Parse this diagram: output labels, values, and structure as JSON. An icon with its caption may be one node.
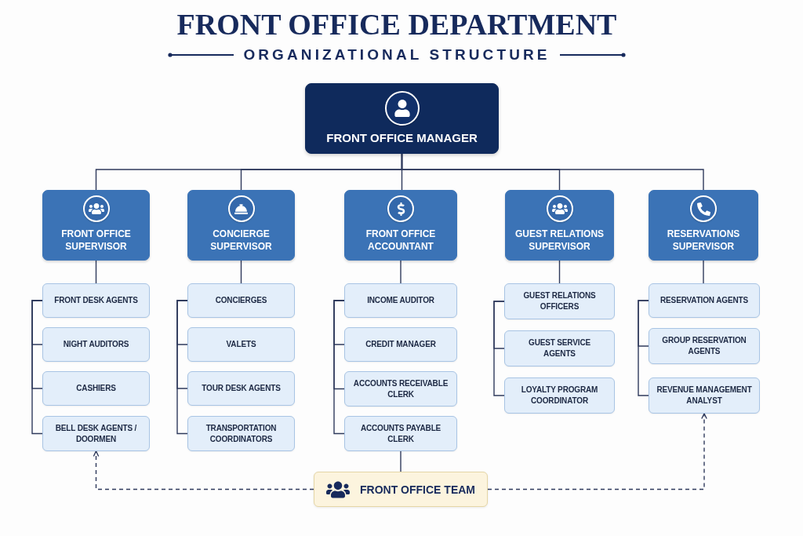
{
  "diagram": {
    "title": "FRONT OFFICE DEPARTMENT",
    "nodes": [
      {
        "text": [
          "FRONT OFFICE MANAGER"
        ]
      },
      {
        "text": [
          "FRONT OFFICE SUPERVISOR"
        ]
      },
      {
        "text": [
          "CONCIERGE SUPERVISOR"
        ]
      },
      {
        "text": [
          "FRONT OFFICE ACCOUNTANT"
        ]
      },
      {
        "text": [
          "GUEST RELATIONS SUPERVISOR"
        ]
      },
      {
        "text": [
          "RESERVATIONS SUPERVISOR"
        ]
      },
      {
        "text": [
          "FRONT DESK AGENTS"
        ]
      },
      {
        "text": [
          "NIGHT AUDITORS"
        ]
      },
      {
        "text": [
          "CASHIERS"
        ]
      },
      {
        "text": [
          "BELL DESK AGENTS / DOORMEN"
        ]
      },
      {
        "text": [
          "CONCIERGES"
        ]
      },
      {
        "text": [
          "VALETS"
        ]
      },
      {
        "text": [
          "TOUR DESK AGENTS"
        ]
      },
      {
        "text": [
          "TRANSPORTATION COORDINATORS"
        ]
      },
      {
        "text": [
          "INCOME AUDITOR"
        ]
      },
      {
        "text": [
          "CREDIT MANAGER"
        ]
      },
      {
        "text": [
          "ACCOUNTS RECEIVABLE CLERK"
        ]
      },
      {
        "text": [
          "ACCOUNTS PAYABLE CLERK"
        ]
      },
      {
        "text": [
          "GUEST RELATIONS OFFICERS"
        ]
      },
      {
        "text": [
          "GUEST SERVICE AGENTS"
        ]
      },
      {
        "text": [
          "LOYALTY PROGRAM COORDINATOR"
        ]
      },
      {
        "text": [
          "RESERVATION AGENTS"
        ]
      },
      {
        "text": [
          "GROUP RESERVATION AGENTS"
        ]
      },
      {
        "text": [
          "REVENUE MANAGEMENT ANALYST"
        ]
      },
      {
        "text": [
          "FRONT OFFICE TEAM"
        ]
      }
    ],
    "edges": [
      {
        "from": 0,
        "to": 1,
        "arrow": "none"
      },
      {
        "from": 0,
        "to": 2,
        "arrow": "none"
      },
      {
        "from": 0,
        "to": 3,
        "arrow": "none"
      },
      {
        "from": 0,
        "to": 4,
        "arrow": "none"
      },
      {
        "from": 0,
        "to": 5,
        "arrow": "none"
      },
      {
        "from": 1,
        "to": 6,
        "arrow": "none"
      },
      {
        "from": 6,
        "to": 7,
        "arrow": "none"
      },
      {
        "from": 6,
        "to": 8,
        "arrow": "none"
      },
      {
        "from": 6,
        "to": 9,
        "arrow": "none"
      },
      {
        "from": 2,
        "to": 10,
        "arrow": "none"
      },
      {
        "from": 10,
        "to": 11,
        "arrow": "none"
      },
      {
        "from": 10,
        "to": 12,
        "arrow": "none"
      },
      {
        "from": 10,
        "to": 13,
        "arrow": "none"
      },
      {
        "from": 3,
        "to": 14,
        "arrow": "none"
      },
      {
        "from": 14,
        "to": 15,
        "arrow": "none"
      },
      {
        "from": 14,
        "to": 16,
        "arrow": "none"
      },
      {
        "from": 14,
        "to": 17,
        "arrow": "none"
      },
      {
        "from": 4,
        "to": 18,
        "arrow": "none"
      },
      {
        "from": 18,
        "to": 19,
        "arrow": "none"
      },
      {
        "from": 18,
        "to": 20,
        "arrow": "none"
      },
      {
        "from": 5,
        "to": 21,
        "arrow": "none"
      },
      {
        "from": 21,
        "to": 22,
        "arrow": "none"
      },
      {
        "from": 21,
        "to": 23,
        "arrow": "none"
      },
      {
        "from": 17,
        "to": 24,
        "arrow": "none"
      },
      {
        "from": 24,
        "to": 9,
        "arrow": "to",
        "style": "dashed"
      },
      {
        "from": 24,
        "to": 23,
        "arrow": "to",
        "style": "dashed"
      }
    ],
    "labels": [
      "ORGANIZATIONAL STRUCTURE"
    ]
  }
}
